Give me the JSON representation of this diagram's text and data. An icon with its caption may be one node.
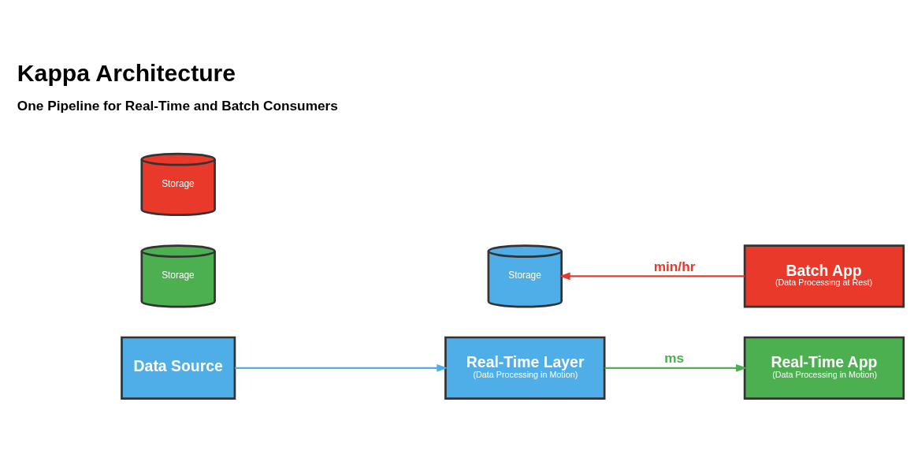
{
  "diagram": {
    "title": "Kappa Architecture",
    "nodes": [
      {
        "text": [
          "Data Source"
        ]
      },
      {
        "text": [
          "Real-Time Layer",
          "(Data Processing in Motion)"
        ]
      },
      {
        "text": [
          "Storage"
        ]
      },
      {
        "text": [
          "Real-Time App",
          "(Data Processing in Motion)"
        ]
      },
      {
        "text": [
          "Storage"
        ]
      },
      {
        "text": [
          "Batch App",
          "(Data Processing at Rest)"
        ]
      },
      {
        "text": [
          "Storage"
        ]
      }
    ],
    "edges": [
      {
        "from": 0,
        "to": 1,
        "arrow": "to",
        "color": "#4faee8"
      },
      {
        "from": 1,
        "to": 3,
        "arrow": "to",
        "label": "ms",
        "color": "#4caf50"
      },
      {
        "from": 5,
        "to": 2,
        "arrow": "to",
        "label": "min/hr",
        "color": "#e8392a"
      }
    ],
    "labels": [
      "One Pipeline for Real-Time and Batch Consumers"
    ]
  }
}
